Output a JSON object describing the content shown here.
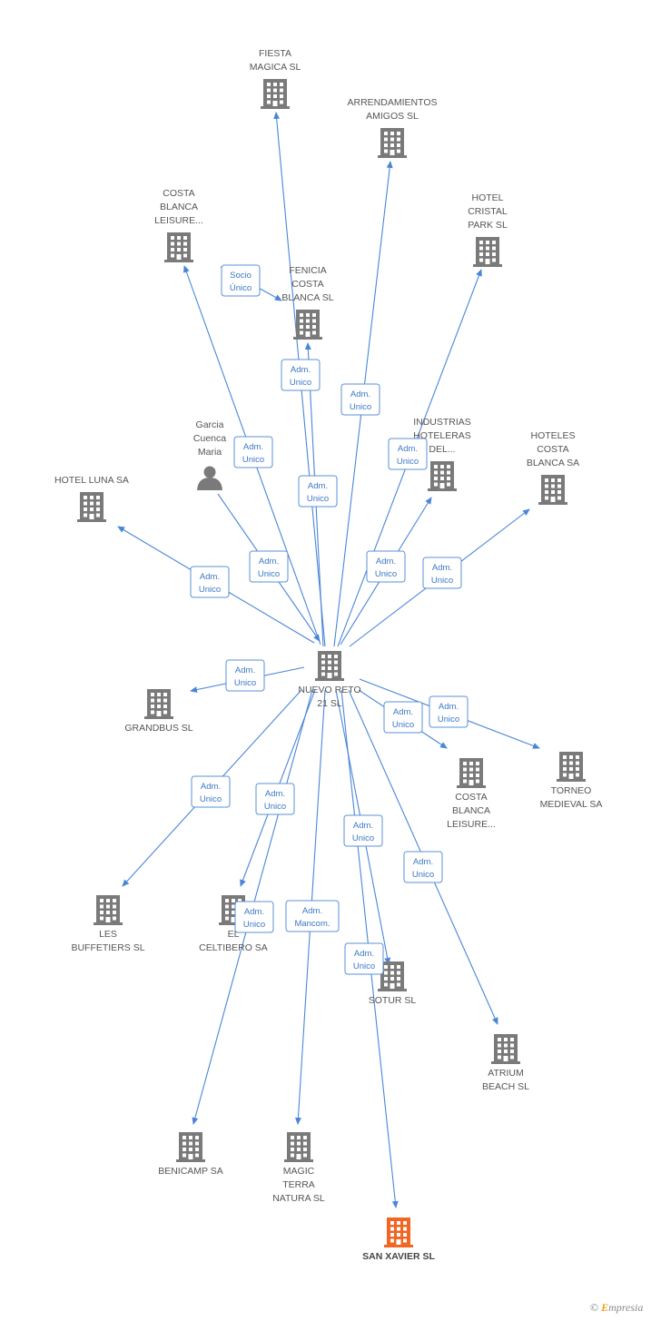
{
  "colors": {
    "edge": "#4a86d8",
    "edge_label": "#3b78c5",
    "building": "#7a7a7a",
    "building_highlight": "#f26522",
    "person": "#7a7a7a"
  },
  "nodes": [
    {
      "id": "center",
      "icon": "building-icon",
      "lines": [
        "NUEVO RETO",
        "21 SL"
      ]
    },
    {
      "id": "fiesta",
      "icon": "building-icon",
      "lines": [
        "FIESTA",
        "MAGICA SL"
      ]
    },
    {
      "id": "arrend",
      "icon": "building-icon",
      "lines": [
        "ARRENDAMIENTOS",
        "AMIGOS SL"
      ]
    },
    {
      "id": "costa1",
      "icon": "building-icon",
      "lines": [
        "COSTA",
        "BLANCA",
        "LEISURE..."
      ]
    },
    {
      "id": "hotelcristal",
      "icon": "building-icon",
      "lines": [
        "HOTEL",
        "CRISTAL",
        "PARK SL"
      ]
    },
    {
      "id": "fenicia",
      "icon": "building-icon",
      "lines": [
        "FENICIA",
        "COSTA",
        "BLANCA SL"
      ]
    },
    {
      "id": "garcia",
      "icon": "person-icon",
      "lines": [
        "Garcia",
        "Cuenca",
        "Maria"
      ]
    },
    {
      "id": "industrias",
      "icon": "building-icon",
      "lines": [
        "INDUSTRIAS",
        "HOTELERAS",
        "DEL..."
      ]
    },
    {
      "id": "hoteles",
      "icon": "building-icon",
      "lines": [
        "HOTELES",
        "COSTA",
        "BLANCA SA"
      ]
    },
    {
      "id": "hotelluna",
      "icon": "building-icon",
      "lines": [
        "HOTEL LUNA SA"
      ]
    },
    {
      "id": "grandbus",
      "icon": "building-icon",
      "lines": [
        "GRANDBUS SL"
      ]
    },
    {
      "id": "costa2",
      "icon": "building-icon",
      "lines": [
        "COSTA",
        "BLANCA",
        "LEISURE..."
      ]
    },
    {
      "id": "torneo",
      "icon": "building-icon",
      "lines": [
        "TORNEO",
        "MEDIEVAL SA"
      ]
    },
    {
      "id": "les",
      "icon": "building-icon",
      "lines": [
        "LES",
        "BUFFETIERS SL"
      ]
    },
    {
      "id": "celtibero",
      "icon": "building-icon",
      "lines": [
        "EL",
        "CELTIBERO SA"
      ]
    },
    {
      "id": "sotur",
      "icon": "building-icon",
      "lines": [
        "SOTUR SL"
      ]
    },
    {
      "id": "atrium",
      "icon": "building-icon",
      "lines": [
        "ATRIUM",
        "BEACH SL"
      ]
    },
    {
      "id": "benicamp",
      "icon": "building-icon",
      "lines": [
        "BENICAMP SA"
      ]
    },
    {
      "id": "magic",
      "icon": "building-icon",
      "lines": [
        "MAGIC",
        "TERRA",
        "NATURA  SL"
      ]
    },
    {
      "id": "sanxavier",
      "icon": "building-icon",
      "highlight": true,
      "lines": [
        "SAN XAVIER SL"
      ]
    }
  ],
  "edges": [
    {
      "from": "center",
      "to": "fiesta",
      "label": [
        "Adm.",
        "Unico"
      ]
    },
    {
      "from": "center",
      "to": "arrend",
      "label": [
        "Adm.",
        "Unico"
      ]
    },
    {
      "from": "center",
      "to": "costa1",
      "label": [
        "Adm.",
        "Unico"
      ]
    },
    {
      "from": "center",
      "to": "hotelcristal",
      "label": [
        "Adm.",
        "Unico"
      ]
    },
    {
      "from": "center",
      "to": "fenicia",
      "label": [
        "Adm.",
        "Unico"
      ]
    },
    {
      "from": "costa1",
      "to": "fenicia",
      "label": [
        "Socio",
        "Único"
      ]
    },
    {
      "from": "garcia",
      "to": "center",
      "label": [
        "Adm.",
        "Unico"
      ]
    },
    {
      "from": "center",
      "to": "industrias",
      "label": [
        "Adm.",
        "Unico"
      ]
    },
    {
      "from": "center",
      "to": "hoteles",
      "label": [
        "Adm.",
        "Unico"
      ]
    },
    {
      "from": "center",
      "to": "hotelluna",
      "label": [
        "Adm.",
        "Unico"
      ]
    },
    {
      "from": "center",
      "to": "grandbus",
      "label": [
        "Adm.",
        "Unico"
      ]
    },
    {
      "from": "center",
      "to": "costa2",
      "label": [
        "Adm.",
        "Unico"
      ]
    },
    {
      "from": "center",
      "to": "torneo",
      "label": [
        "Adm.",
        "Unico"
      ]
    },
    {
      "from": "center",
      "to": "les",
      "label": [
        "Adm.",
        "Unico"
      ]
    },
    {
      "from": "center",
      "to": "celtibero",
      "label": [
        "Adm.",
        "Unico"
      ]
    },
    {
      "from": "center",
      "to": "sotur",
      "label": [
        "Adm.",
        "Unico"
      ]
    },
    {
      "from": "center",
      "to": "atrium",
      "label": [
        "Adm.",
        "Unico"
      ]
    },
    {
      "from": "center",
      "to": "benicamp",
      "label": [
        "Adm.",
        "Unico"
      ]
    },
    {
      "from": "center",
      "to": "magic",
      "label": [
        "Adm.",
        "Mancom."
      ]
    },
    {
      "from": "center",
      "to": "sanxavier",
      "label": [
        "Adm.",
        "Unico"
      ]
    }
  ],
  "footer": {
    "copyright": "©",
    "brand_initial": "E",
    "brand_rest": "mpresia"
  }
}
